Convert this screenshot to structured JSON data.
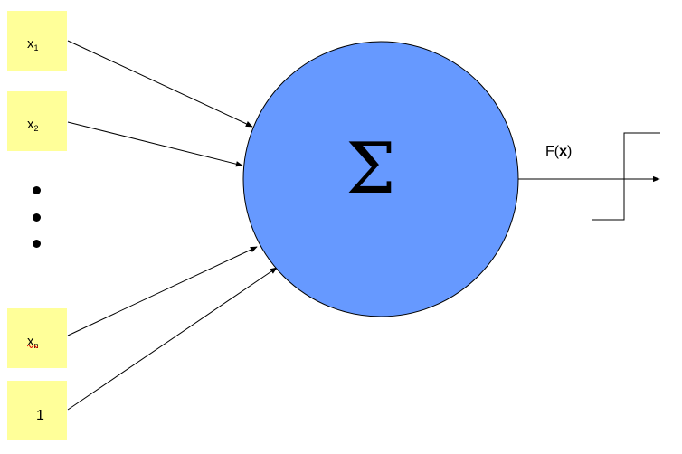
{
  "inputs": [
    {
      "symbol": "x",
      "subscript": "1"
    },
    {
      "symbol": "x",
      "subscript": "2"
    },
    {
      "symbol": "x",
      "subscript": "n"
    }
  ],
  "bias_input": "1",
  "ellipsis_dots": 3,
  "neuron": {
    "symbol": "Σ",
    "fill_color": "#6699ff"
  },
  "output": {
    "func": "F(",
    "arg": "x",
    "close": ")"
  },
  "colors": {
    "input_box": "#ffff99",
    "edges": "#000000"
  }
}
